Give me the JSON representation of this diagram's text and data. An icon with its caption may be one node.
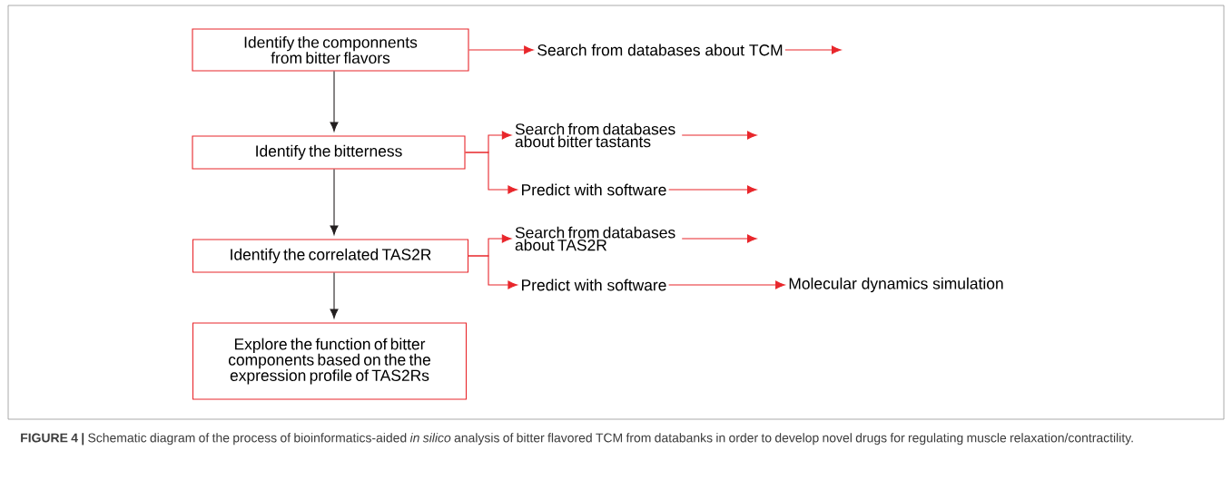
{
  "diagram": {
    "caption": "**FIGURE 4 |** Schematic diagram of the process of bioinformatics-aided *in silico* analysis of bitter flavored TCM from databanks in order to develop novel drugs for regulating muscle relaxation/contractility.",
    "nodes": [
      {
        "text": [
          "Identify the componnents from bitter flavors"
        ]
      },
      {
        "text": [
          "Search from databases about TCM"
        ]
      },
      {
        "text": [
          "Identify the bitterness"
        ]
      },
      {
        "text": [
          "Search from databases about bitter tastants"
        ]
      },
      {
        "text": [
          "Predict with software"
        ]
      },
      {
        "text": [
          "Identify the correlated TAS2R"
        ]
      },
      {
        "text": [
          "Search from databases about TAS2R"
        ]
      },
      {
        "text": [
          "Predict with software"
        ]
      },
      {
        "text": [
          "Molecular dynamics simulation"
        ]
      },
      {
        "text": [
          "Explore the function of bitter components based on the the expression profile of TAS2Rs"
        ]
      }
    ],
    "edges": [
      {
        "from": 0,
        "to": 1,
        "arrow": "to"
      },
      {
        "from": 1,
        "to": null,
        "arrow": "to"
      },
      {
        "from": 0,
        "to": 2,
        "arrow": "to",
        "color": "#231f20"
      },
      {
        "from": 2,
        "to": 3,
        "arrow": "to"
      },
      {
        "from": 2,
        "to": 4,
        "arrow": "to"
      },
      {
        "from": 3,
        "to": null,
        "arrow": "to"
      },
      {
        "from": 4,
        "to": null,
        "arrow": "to"
      },
      {
        "from": 2,
        "to": 5,
        "arrow": "to",
        "color": "#231f20"
      },
      {
        "from": 5,
        "to": 6,
        "arrow": "to"
      },
      {
        "from": 5,
        "to": 7,
        "arrow": "to"
      },
      {
        "from": 6,
        "to": null,
        "arrow": "to"
      },
      {
        "from": 7,
        "to": 8,
        "arrow": "to"
      },
      {
        "from": 5,
        "to": 9,
        "arrow": "to",
        "color": "#231f20"
      }
    ]
  }
}
